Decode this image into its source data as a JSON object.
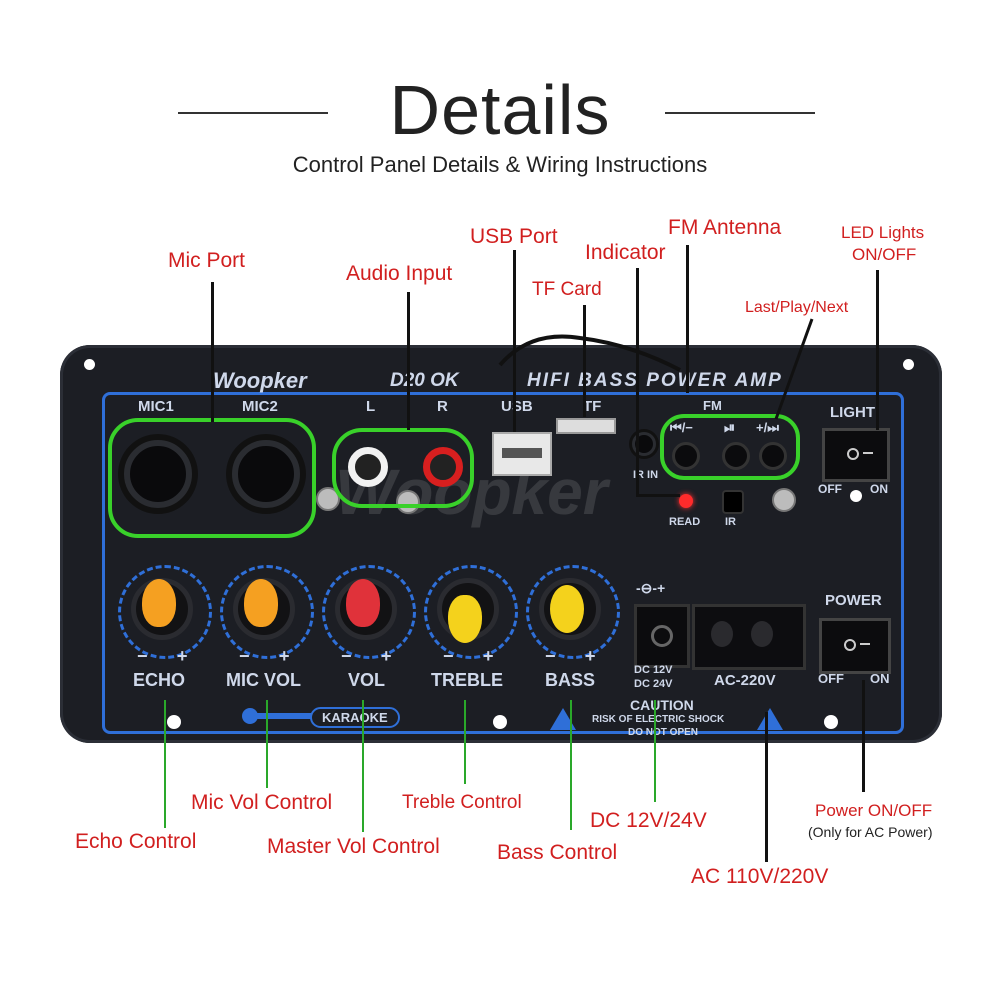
{
  "header": {
    "title": "Details",
    "subtitle": "Control Panel Details & Wiring Instructions"
  },
  "callouts": {
    "mic_port": "Mic Port",
    "audio_input": "Audio Input",
    "usb_port": "USB Port",
    "tf_card": "TF Card",
    "indicator": "Indicator",
    "fm_antenna": "FM Antenna",
    "last_play_next": "Last/Play/Next",
    "led_lights": "LED Lights",
    "led_lights_2": "ON/OFF",
    "echo_control": "Echo Control",
    "mic_vol_control": "Mic Vol Control",
    "master_vol_control": "Master Vol Control",
    "treble_control": "Treble Control",
    "bass_control": "Bass Control",
    "dc": "DC 12V/24V",
    "ac": "AC 110V/220V",
    "power_onoff": "Power ON/OFF",
    "power_note": "(Only for AC Power)"
  },
  "panel": {
    "brand": "Woopker",
    "model": "D20 OK",
    "tagline": "HIFI BASS POWER AMP",
    "mic1": "MIC1",
    "mic2": "MIC2",
    "l": "L",
    "r": "R",
    "usb": "USB",
    "tf": "TF",
    "fm": "FM",
    "ir_in": "IR IN",
    "read": "READ",
    "ir": "IR",
    "prev": "⏮/−",
    "play": "⏯",
    "next": "+/⏭",
    "light": "LIGHT",
    "off": "OFF",
    "on": "ON",
    "power": "POWER",
    "minus": "−",
    "plus": "+",
    "echo": "ECHO",
    "mic_vol": "MIC VOL",
    "vol": "VOL",
    "treble": "TREBLE",
    "bass": "BASS",
    "dc_silk_1": "DC 12V",
    "dc_silk_2": "DC 24V",
    "ac_silk": "AC-220V",
    "karaoke": "KARAOKE",
    "caution": "CAUTION",
    "caution_2": "RISK OF ELECTRIC SHOCK",
    "caution_3": "DO NOT OPEN",
    "dc_symbol": "-⊖-+"
  },
  "colors": {
    "label_red": "#d11f1f",
    "highlight_green": "#39d12a",
    "silk_blue": "#2f6fd8",
    "knob_orange": "#f5a021",
    "knob_red": "#e0323a",
    "knob_yellow": "#f4d21c"
  }
}
